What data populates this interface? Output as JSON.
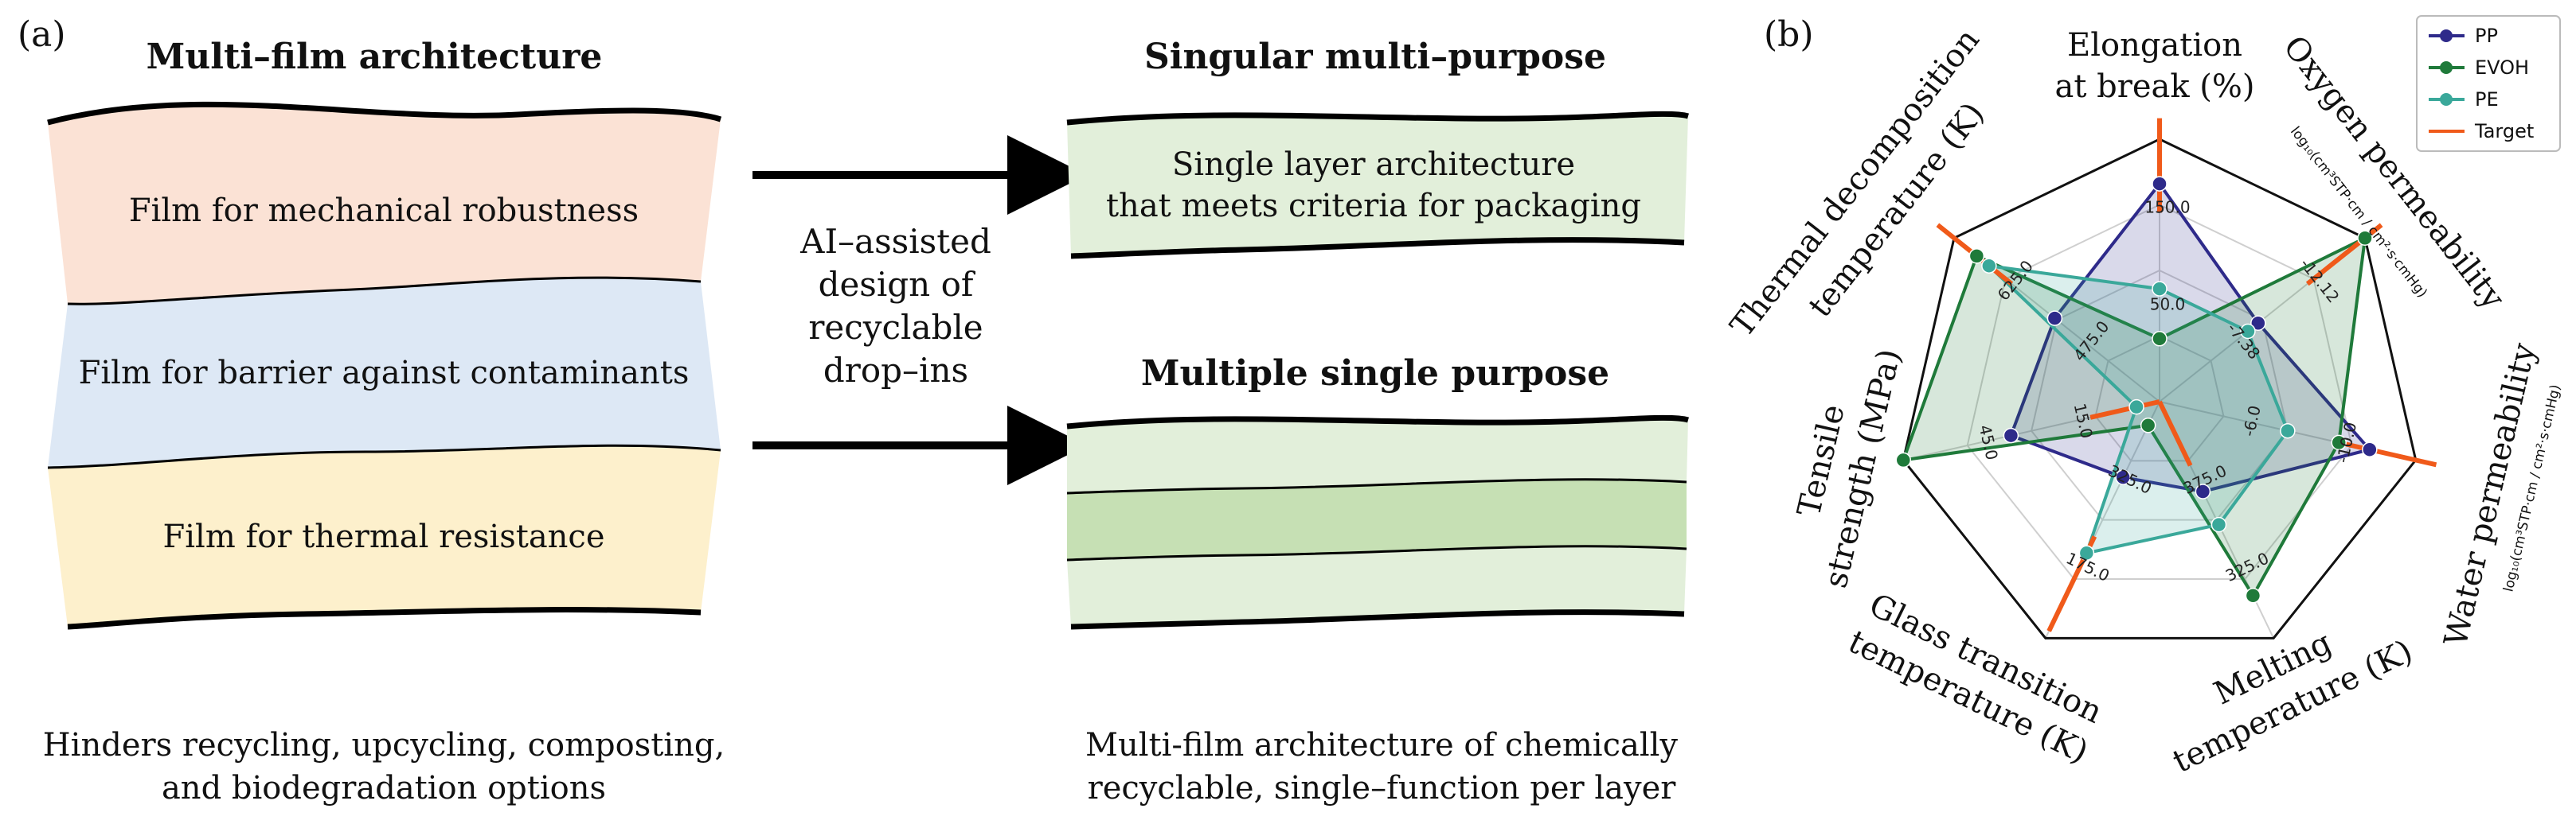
{
  "panel_a": {
    "label": "(a)",
    "left_title": "Multi–film architecture",
    "layers": [
      {
        "text": "Film for mechanical robustness",
        "color": "#fbe2d5"
      },
      {
        "text": "Film for barrier against contaminants",
        "color": "#dde8f5"
      },
      {
        "text": "Film for thermal resistance",
        "color": "#fdf0cc"
      }
    ],
    "left_caption": [
      "Hinders recycling, upcycling, composting,",
      "and biodegradation options"
    ],
    "arrow_text": [
      "AI–assisted",
      "design of",
      "recyclable",
      "drop–ins"
    ],
    "top_right_title": "Singular multi–purpose",
    "single_layer_text": [
      "Single layer architecture",
      "that meets criteria for packaging"
    ],
    "single_layer_color": "#e2efda",
    "bottom_right_title": "Multiple single purpose",
    "multi_layer_colors": [
      "#e2efda",
      "#c6e0b4",
      "#e2efda"
    ],
    "right_caption": [
      "Multi-film architecture of chemically",
      "recyclable, single–function per layer"
    ]
  },
  "panel_b": {
    "label": "(b)",
    "axis_titles": [
      [
        "Elongation",
        "at break (%)"
      ],
      [
        "Oxygen permeability"
      ],
      [
        "Water permeability"
      ],
      [
        "Melting",
        "temperature (K)"
      ],
      [
        "Glass transition",
        "temperature (K)"
      ],
      [
        "Tensile",
        "strength (MPa)"
      ],
      [
        "Thermal decomposition",
        "temperature (K)"
      ]
    ],
    "axis_units": [
      "log₁₀(cm³STP·cm / cm²·s·cmHg)",
      "log₁₀(cm³STP·cm / cm²·s·cmHg)"
    ],
    "legend": [
      {
        "name": "PP",
        "color": "#2e2a8a"
      },
      {
        "name": "EVOH",
        "color": "#1f7a3a"
      },
      {
        "name": "PE",
        "color": "#3aa89a"
      },
      {
        "name": "Target",
        "color": "#f05a1a"
      }
    ]
  },
  "chart_data": {
    "type": "radar",
    "axes": [
      "Elongation at break (%)",
      "Oxygen permeability",
      "Water permeability",
      "Melting temperature (K)",
      "Glass transition temperature (K)",
      "Tensile strength (MPa)",
      "Thermal decomposition temperature (K)"
    ],
    "tick_labels": [
      [
        "50.0",
        "150.0"
      ],
      [
        "-7.38",
        "-12.12"
      ],
      [
        "-6.0",
        "-10.0"
      ],
      [
        "375.0",
        "325.0"
      ],
      [
        "325.0",
        "175.0"
      ],
      [
        "15.0",
        "45.0"
      ],
      [
        "475.0",
        "625.0"
      ]
    ],
    "series": [
      {
        "name": "PP",
        "color": "#2e2a8a",
        "values": [
          0.83,
          0.48,
          0.82,
          0.38,
          0.32,
          0.58,
          0.51
        ]
      },
      {
        "name": "EVOH",
        "color": "#1f7a3a",
        "values": [
          0.24,
          1.0,
          0.7,
          0.82,
          0.1,
          1.0,
          0.89
        ]
      },
      {
        "name": "PE",
        "color": "#3aa89a",
        "values": [
          0.43,
          0.43,
          0.5,
          0.52,
          0.64,
          0.09,
          0.83
        ]
      },
      {
        "name": "Target",
        "color": "#f05a1a",
        "values": [
          1.0,
          1.0,
          1.0,
          0.15,
          0.85,
          0.15,
          1.0
        ]
      }
    ]
  }
}
